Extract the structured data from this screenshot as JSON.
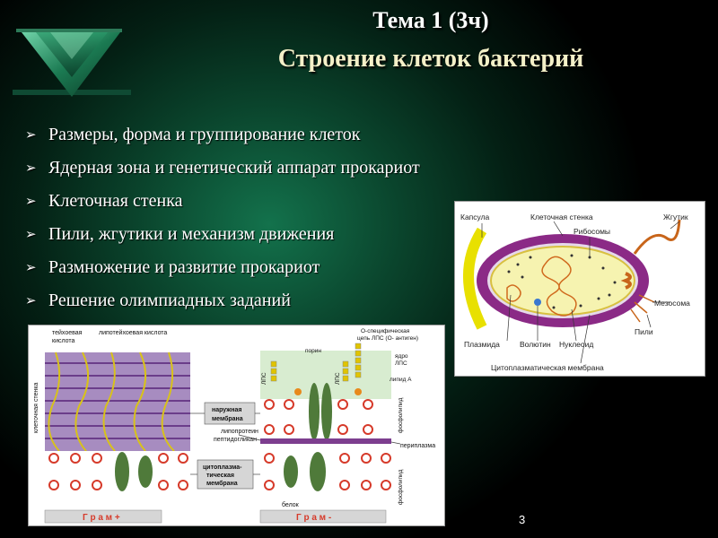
{
  "slide": {
    "title_line1": "Тема 1 (3ч)",
    "title_line2": "Строение клеток бактерий",
    "page_number": "3"
  },
  "bullets": [
    {
      "text": "Размеры, форма и группирование клеток"
    },
    {
      "text": "Ядерная зона и генетический аппарат прокариот"
    },
    {
      "text": "Клеточная стенка"
    },
    {
      "text": "Пили, жгутики и механизм движения"
    },
    {
      "text": "Размножение и развитие прокариот"
    },
    {
      "text": "Решение олимпиадных заданий"
    }
  ],
  "cell_figure": {
    "labels": {
      "capsule": "Капсула",
      "cell_wall": "Клеточная стенка",
      "flagellum": "Жгутик",
      "ribosomes": "Рибосомы",
      "mesosome": "Мезосома",
      "pili": "Пили",
      "plasmid": "Плазмида",
      "volutin": "Волютин",
      "nucleoid": "Нуклеоид",
      "cytoplasmic_membrane": "Цитоплазматическая мембрана"
    }
  },
  "wall_figure": {
    "labels": {
      "teichoic_acid_1": "тейхоевая",
      "teichoic_acid_2": "кислота",
      "lipoteichoic_acid": "липотейхоевая  кислота",
      "cell_wall_vertical": "клеточная стенка",
      "o_specific_1": "О-специфическая",
      "o_specific_2": "цепь ЛПС (О- антиген)",
      "core_1": "ядро",
      "core_2": "ЛПС",
      "lipid_a": "липид А",
      "lps_1": "ЛПС",
      "lps_2": "ЛПС",
      "porin": "порин",
      "outer_membrane_1": "наружная",
      "outer_membrane_2": "мембрана",
      "phospholipid_1": "фосфолипид",
      "lipoprotein": "липопротеин",
      "peptidoglycan": "пептидогликан",
      "periplasm": "периплазма",
      "cytoplasmic_membrane_1": "цитоплазма-",
      "cytoplasmic_membrane_2": "тическая",
      "cytoplasmic_membrane_3": "мембрана",
      "phospholipid_2": "фосфолипид",
      "protein": "белок",
      "gram_pos": "Г р а м +",
      "gram_neg": "Г р а м -"
    }
  },
  "colors": {
    "capsule": "#e8e000",
    "cell_wall": "#8b2a86",
    "cytoplasm": "#f6f3b0",
    "membrane_heads": "#d63a2a",
    "protein": "#4f7a3a",
    "peptidoglycan": "#7d3e8f",
    "lps_box": "#e0c400"
  }
}
